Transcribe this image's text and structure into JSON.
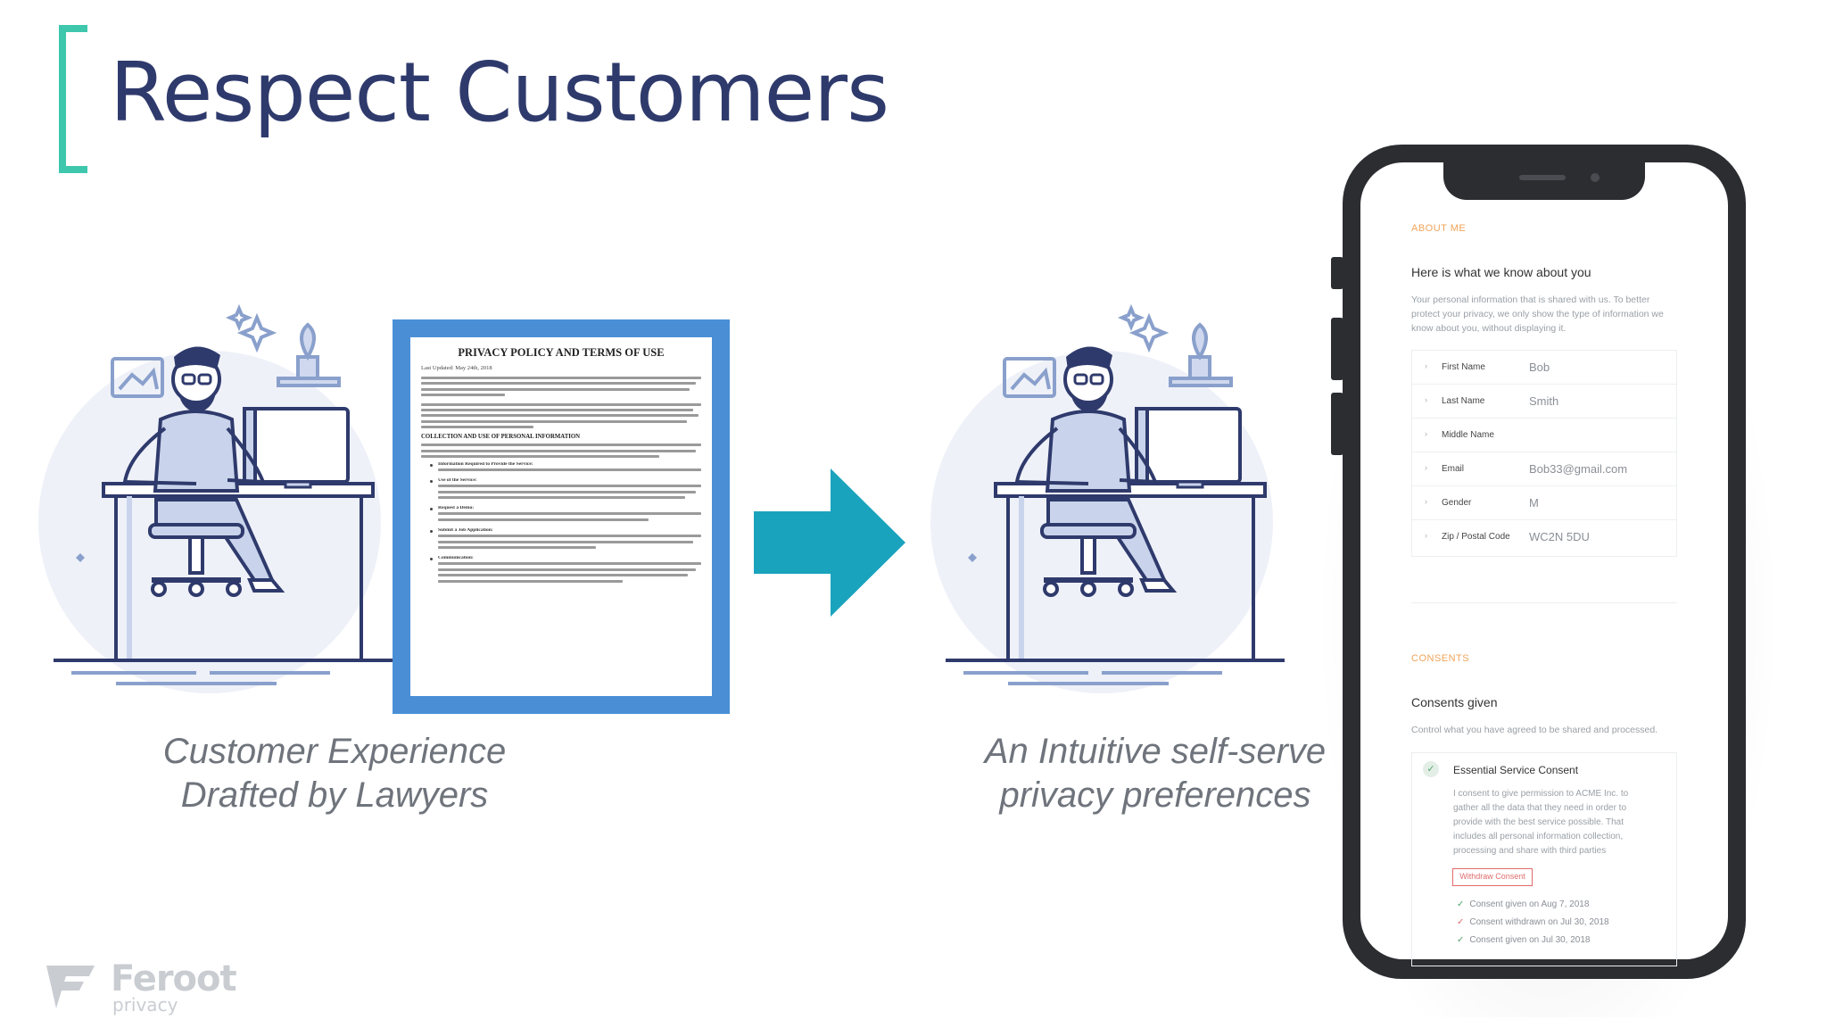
{
  "slide": {
    "title": "Respect Customers",
    "accent_color": "#3ec7ad",
    "arrow_color": "#1aa3bd"
  },
  "left_panel": {
    "caption_line1": "Customer Experience",
    "caption_line2": "Drafted by Lawyers"
  },
  "document": {
    "title": "PRIVACY POLICY AND TERMS OF USE",
    "last_updated": "Last Updated: May 24th, 2018",
    "section_heading": "COLLECTION AND USE OF PERSONAL INFORMATION",
    "bullets": [
      "Information Required to Provide the Service:",
      "Use of the Service:",
      "Request a Demo:",
      "Submit a Job Application:",
      "Communication:"
    ]
  },
  "right_panel": {
    "caption_line1": "An Intuitive self-serve",
    "caption_line2": "privacy preferences"
  },
  "phone": {
    "about_section_label": "ABOUT ME",
    "about_heading": "Here is what we know about you",
    "about_description": "Your personal information that is shared with us. To better protect your privacy, we only show the type of information we know about you, without displaying it.",
    "fields": [
      {
        "label": "First Name",
        "value": "Bob"
      },
      {
        "label": "Last Name",
        "value": "Smith"
      },
      {
        "label": "Middle Name",
        "value": ""
      },
      {
        "label": "Email",
        "value": "Bob33@gmail.com"
      },
      {
        "label": "Gender",
        "value": "M"
      },
      {
        "label": "Zip / Postal Code",
        "value": "WC2N 5DU"
      }
    ],
    "consents_section_label": "CONSENTS",
    "consents_heading": "Consents given",
    "consents_description": "Control what you have agreed to be shared and processed.",
    "consent_title": "Essential Service Consent",
    "consent_text": "I consent to give permission to ACME Inc. to gather all the data that they need in order to provide with the best service possible. That includes all personal information collection, processing and share with third parties",
    "withdraw_button": "Withdraw Consent",
    "history": [
      {
        "text": "Consent given on Aug 7, 2018",
        "status": "given"
      },
      {
        "text": "Consent withdrawn on Jul 30, 2018",
        "status": "withdrawn"
      },
      {
        "text": "Consent given on Jul 30, 2018",
        "status": "given"
      }
    ]
  },
  "logo": {
    "name": "Feroot",
    "sub": "privacy"
  }
}
